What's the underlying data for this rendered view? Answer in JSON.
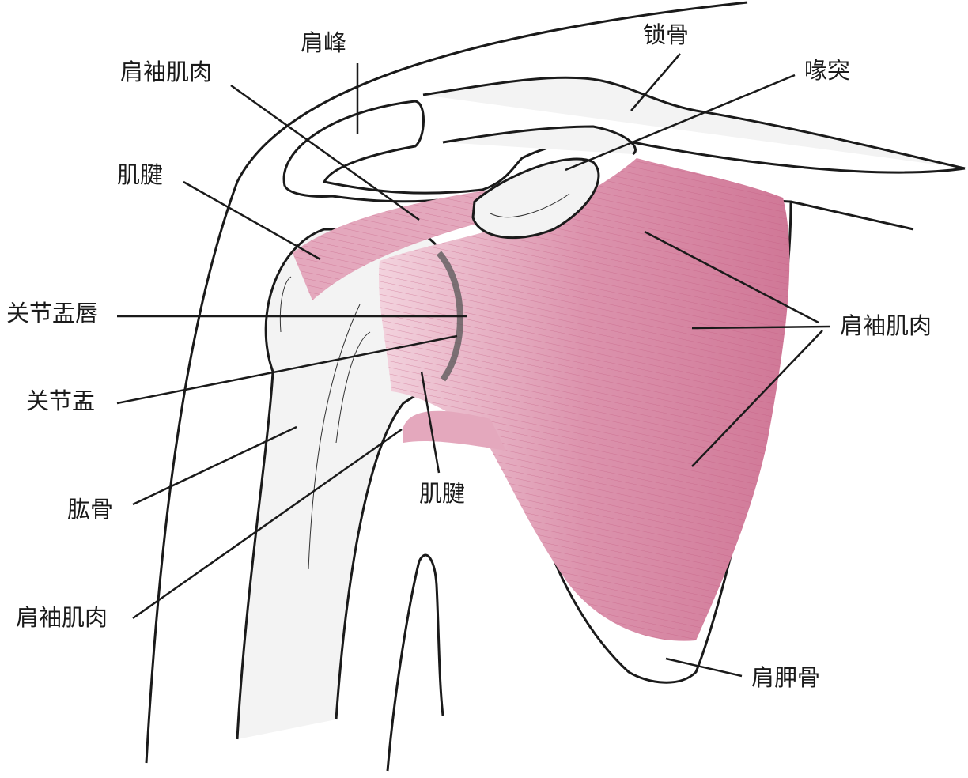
{
  "labels": {
    "acromion": "肩峰",
    "clavicle": "锁骨",
    "rotator_cuff_top": "肩袖肌肉",
    "coracoid": "喙突",
    "tendon_upper": "肌腱",
    "glenoid_labrum": "关节盂唇",
    "rotator_cuff_right": "肩袖肌肉",
    "glenoid": "关节盂",
    "humerus": "肱骨",
    "tendon_lower": "肌腱",
    "rotator_cuff_bottom": "肩袖肌肉",
    "scapula": "肩胛骨"
  },
  "colors": {
    "muscle": "#d98aa5",
    "muscle_stripe": "#c2577d",
    "bone_fill": "#f2f2f2",
    "outline": "#1a1a1a"
  }
}
